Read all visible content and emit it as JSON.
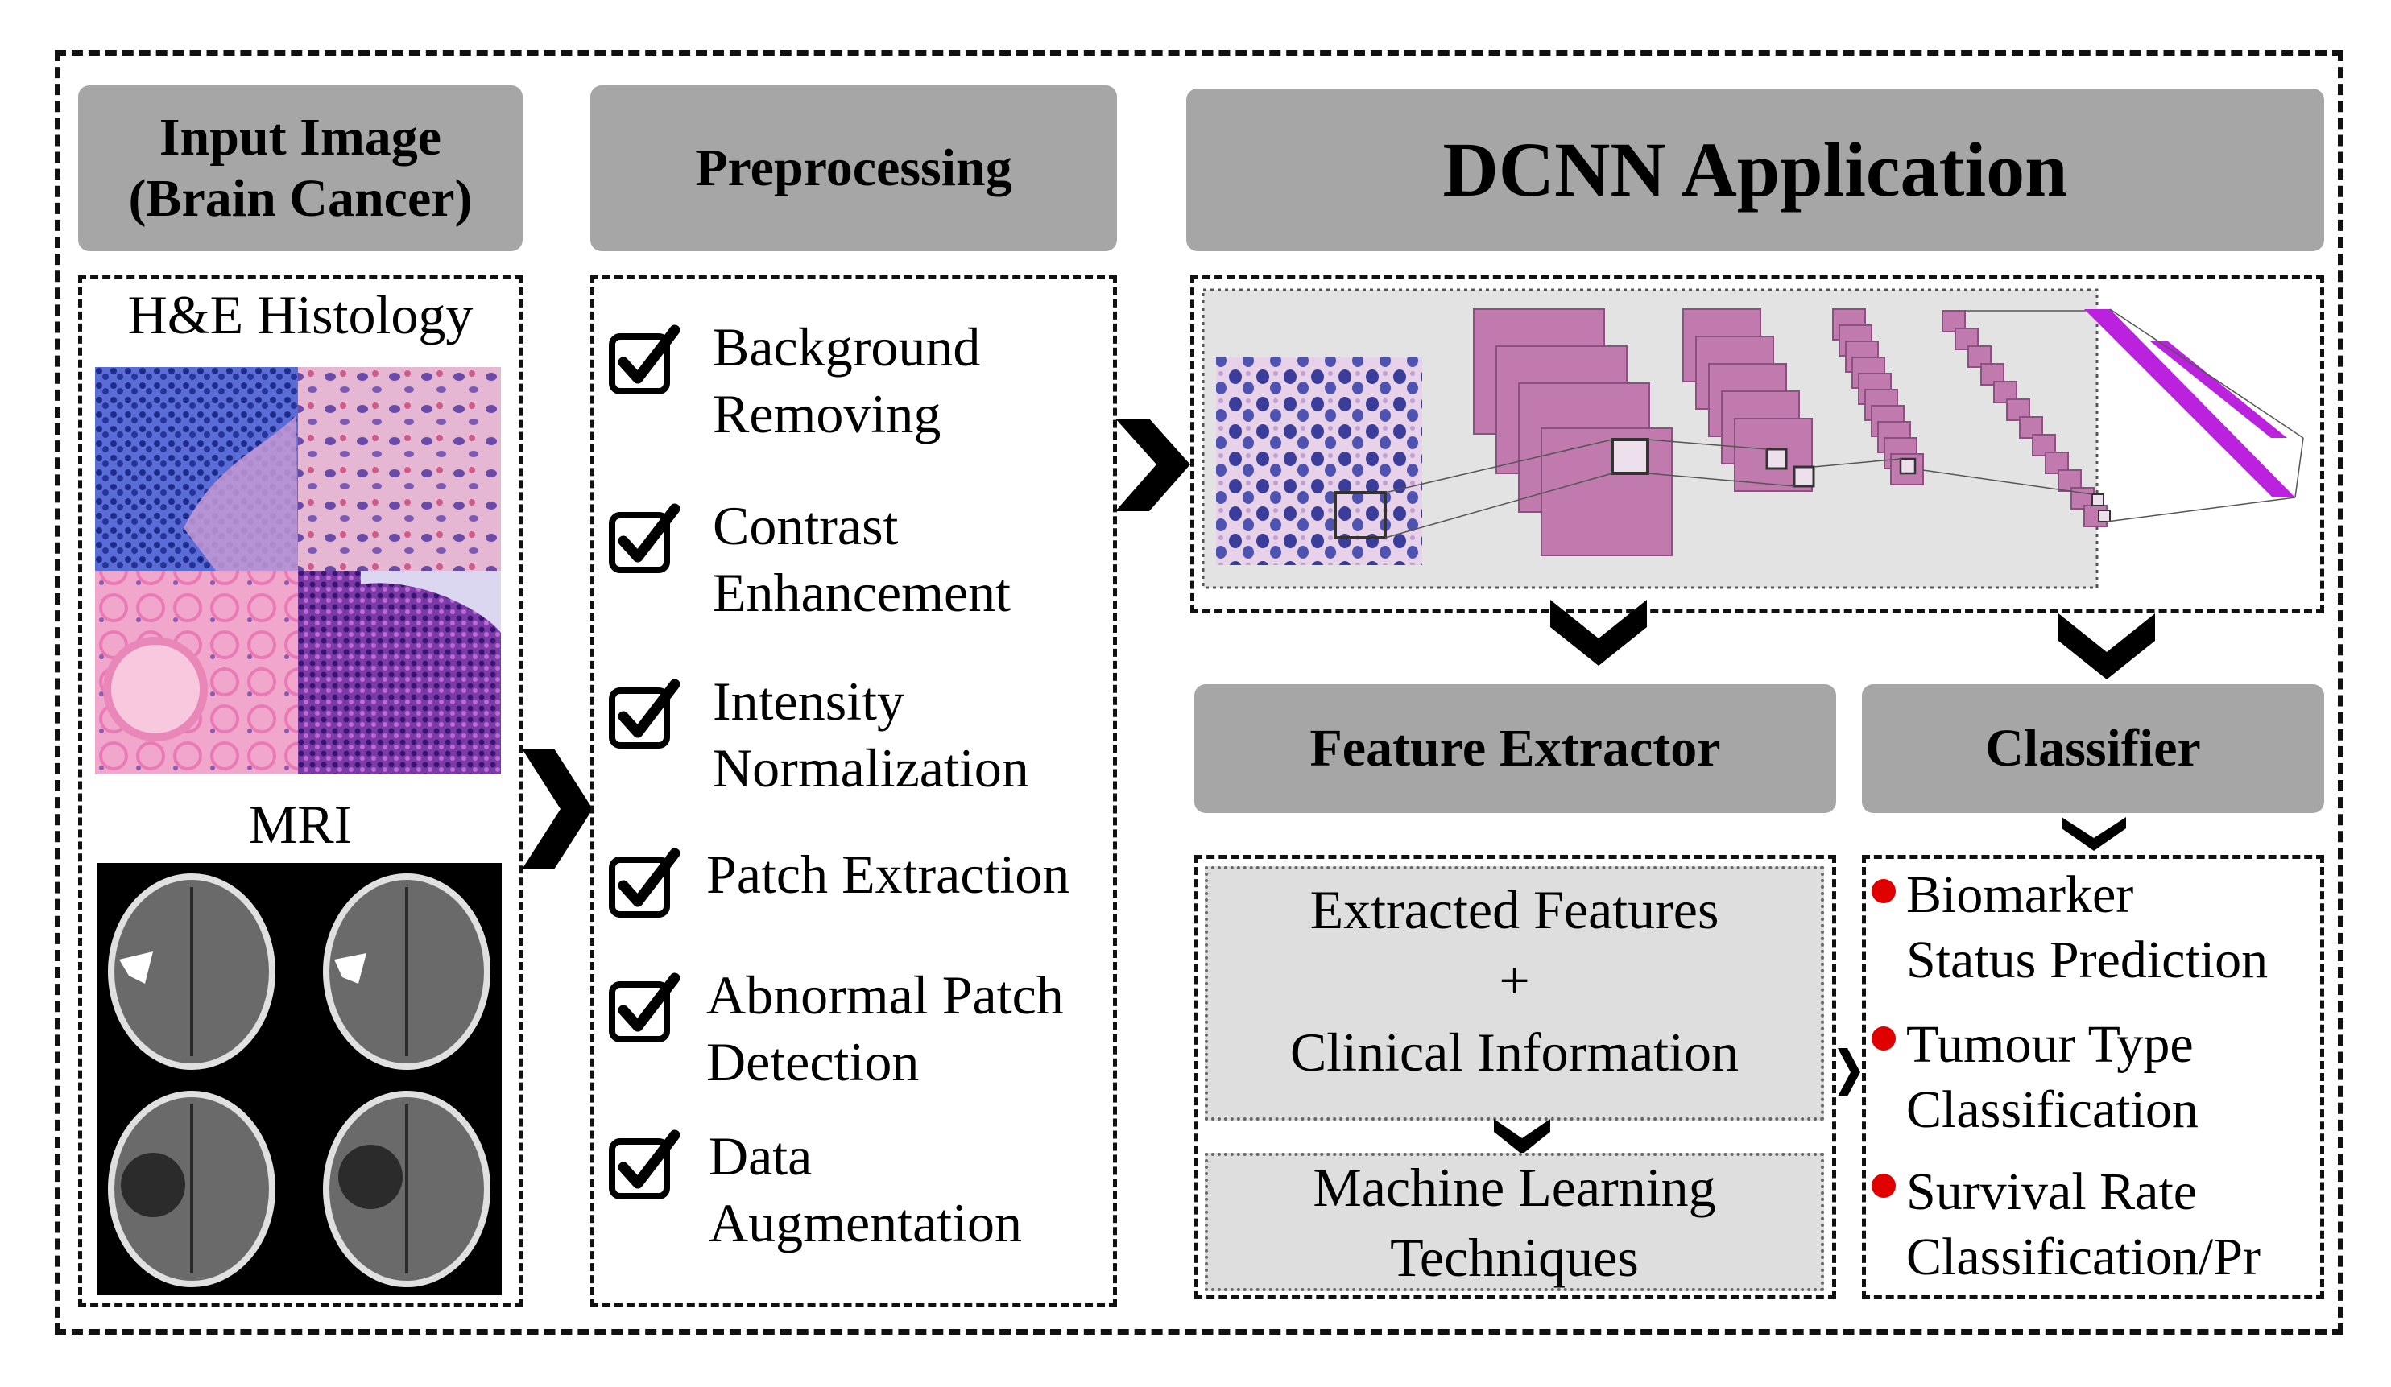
{
  "colors": {
    "header_bg": "#a6a6a6",
    "panel_bg": "#e3e3e3",
    "feature_map": "#c07aae",
    "final_layer": "#bb22dd",
    "bullet": "#e00000"
  },
  "input": {
    "title_line1": "Input Image",
    "title_line2": "(Brain Cancer)",
    "histology_label": "H&E Histology",
    "mri_label": "MRI"
  },
  "preprocessing": {
    "title": "Preprocessing",
    "steps": [
      {
        "line1": "Background",
        "line2": "Removing"
      },
      {
        "line1": "Contrast",
        "line2": "Enhancement"
      },
      {
        "line1": "Intensity",
        "line2": "Normalization"
      },
      {
        "line1": "Patch Extraction",
        "line2": ""
      },
      {
        "line1": "Abnormal Patch",
        "line2": "Detection"
      },
      {
        "line1": "Data",
        "line2": "Augmentation"
      }
    ]
  },
  "dcnn": {
    "title": "DCNN Application"
  },
  "feature_extractor": {
    "title": "Feature Extractor",
    "extracted_line1": "Extracted Features",
    "plus": "+",
    "extracted_line2": "Clinical Information",
    "ml_line1": "Machine Learning",
    "ml_line2": "Techniques"
  },
  "classifier": {
    "title": "Classifier",
    "outputs": [
      {
        "line1": "Biomarker",
        "line2": "Status Prediction"
      },
      {
        "line1": "Tumour Type",
        "line2": "Classification"
      },
      {
        "line1": "Survival Rate",
        "line2": "Classification/Pr"
      }
    ]
  }
}
